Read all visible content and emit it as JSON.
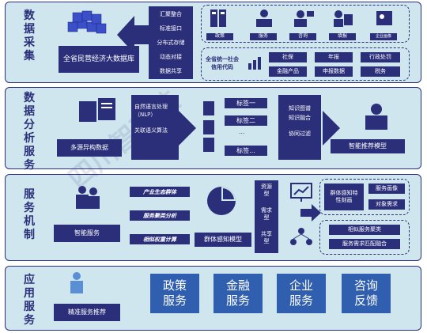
{
  "layers": {
    "collect": {
      "title": "数据采集",
      "db_label": "全省民营经济大数据库",
      "steps": [
        "汇聚整合",
        "标准接口",
        "分布式存储",
        "动态对接",
        "数据共享"
      ],
      "icons": [
        "政策",
        "服务",
        "咨询",
        "填报",
        "企业画像"
      ],
      "unified_code": "全省统一社会信用代码",
      "items_row1": [
        "社保",
        "年报",
        "行政处罚"
      ],
      "items_row2": [
        "金融产品",
        "申报数据",
        "税务"
      ]
    },
    "analysis": {
      "title": "数据分析服务",
      "multi_source": "多源异构数据",
      "nlp": "自然语言处理（NLP）",
      "semantic": "关联语义算法",
      "tags": [
        "标签一",
        "标签二",
        "...",
        "标签..."
      ],
      "methods": [
        "知识图谱",
        "知识融合",
        "协同过滤"
      ],
      "model": "智能推荐模型"
    },
    "mechanism": {
      "title": "服务机制",
      "smart_service": "智能服务",
      "labels": [
        "产业生态群体",
        "服务聚类分析",
        "相似权重计算"
      ],
      "group_model": "群体感知模型",
      "types": [
        "资源型",
        "需求型",
        "共享型"
      ],
      "group_profile": "群体感知特性刻画",
      "service_portrait": "服务画像",
      "object_demand": "对象需求",
      "similar_services": "相似服务聚类",
      "demand_match": "服务需求匹配融合"
    },
    "application": {
      "title": "应用服务",
      "precise": "精准服务推荐",
      "services": [
        "政策服务",
        "金融服务",
        "企业服务",
        "咨询反馈"
      ]
    }
  },
  "watermark": "四川智科技",
  "colors": {
    "navy": "#2b2f7a",
    "panel": "#cfe6ee",
    "blue": "#2f5fae"
  }
}
